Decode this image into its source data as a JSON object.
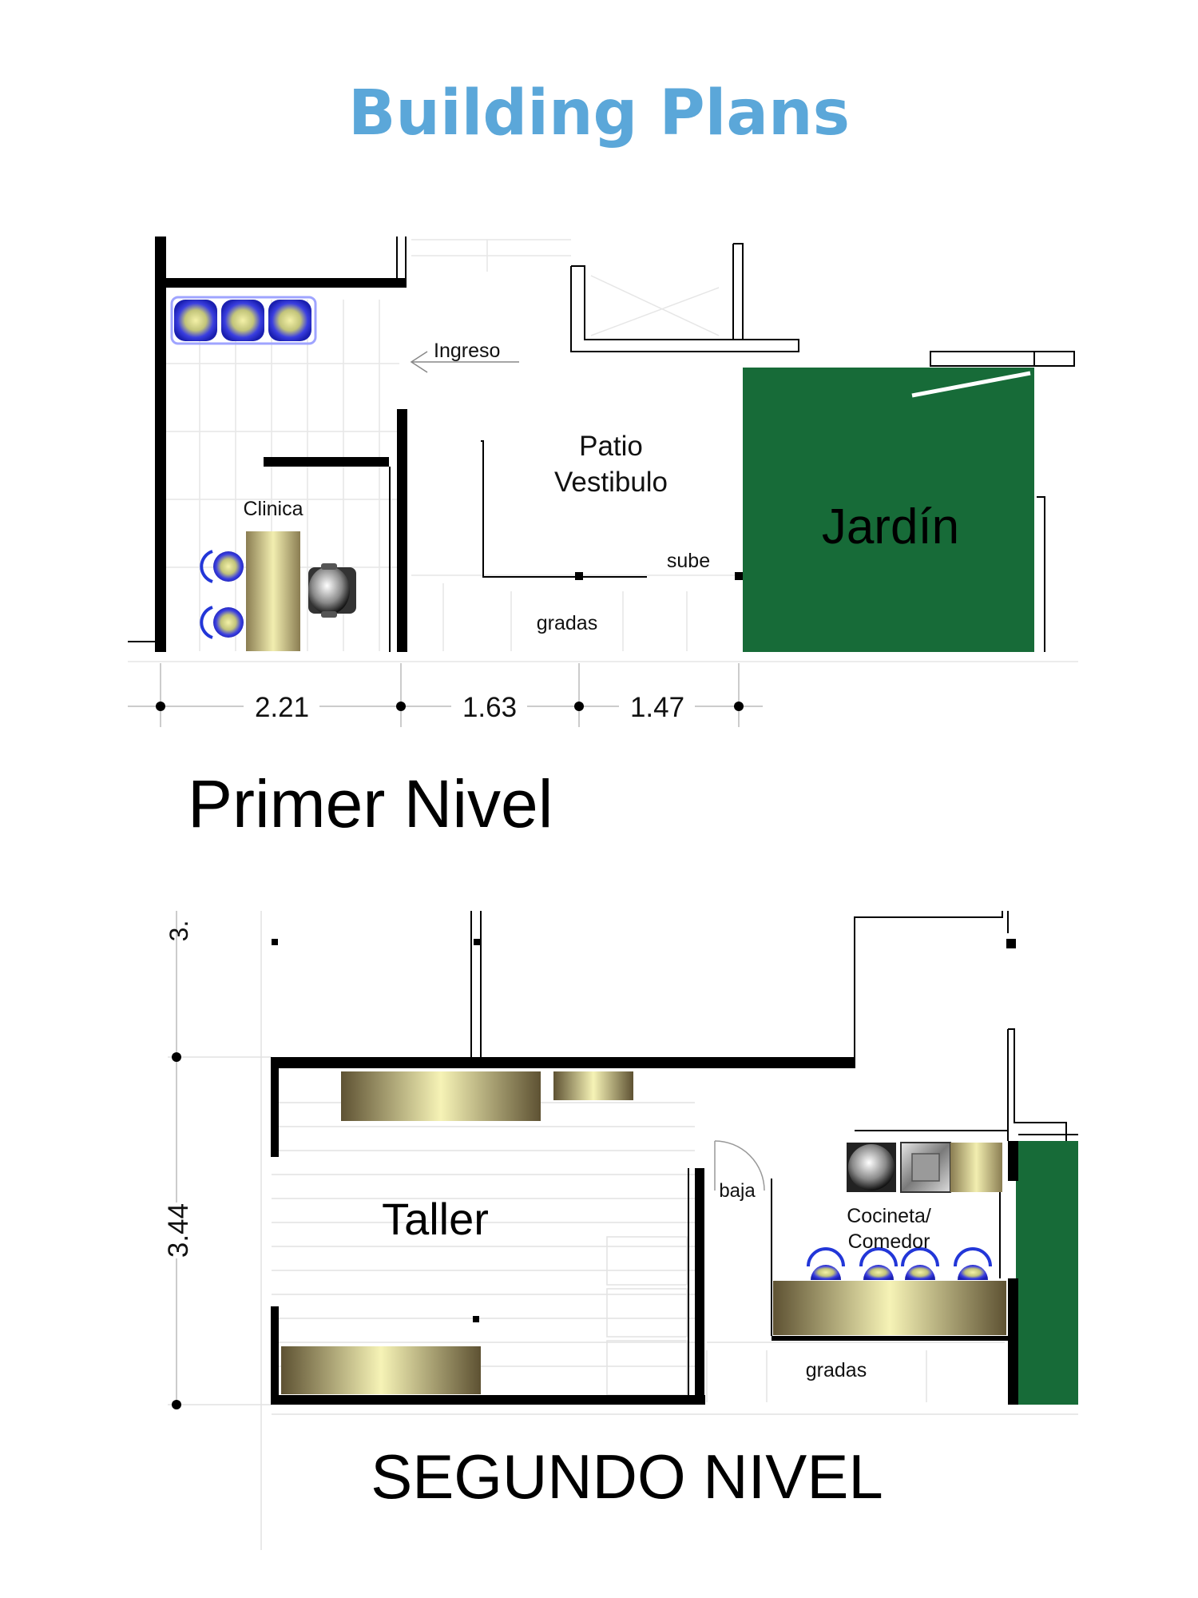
{
  "page_title": "Building Plans",
  "colors": {
    "title": "#5ba7d9",
    "garden": "#176b38",
    "wall": "#000000",
    "furniture_light": "#f6f2b4",
    "furniture_dark": "#6a5d3e",
    "chair_blue": "#2236d8"
  },
  "level1": {
    "name": "Primer Nivel",
    "rooms": {
      "ingreso": "Ingreso",
      "patio_line1": "Patio",
      "patio_line2": "Vestibulo",
      "jardin": "Jardín",
      "clinica": "Clinica",
      "sube": "sube",
      "gradas": "gradas"
    },
    "dimensions": [
      "2.21",
      "1.63",
      "1.47"
    ]
  },
  "level2": {
    "name": "SEGUNDO NIVEL",
    "rooms": {
      "taller": "Taller",
      "baja": "baja",
      "cocineta_line1": "Cocineta/",
      "cocineta_line2": "Comedor",
      "gradas": "gradas"
    },
    "dimensions": [
      "3.",
      "3.44"
    ]
  },
  "icons": [
    "arrow-left-icon",
    "chair-icon",
    "office-chair-icon",
    "stove-icon",
    "sink-icon"
  ]
}
